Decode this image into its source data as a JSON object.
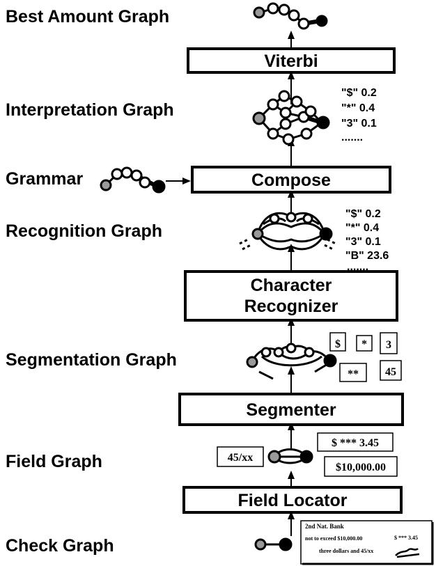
{
  "labels": {
    "best_amount_graph": "Best Amount Graph",
    "interpretation_graph": "Interpretation Graph",
    "grammar": "Grammar",
    "recognition_graph": "Recognition Graph",
    "segmentation_graph": "Segmentation Graph",
    "field_graph": "Field Graph",
    "check_graph": "Check Graph"
  },
  "modules": {
    "viterbi": "Viterbi",
    "compose": "Compose",
    "character_recognizer_line1": "Character",
    "character_recognizer_line2": "Recognizer",
    "segmenter": "Segmenter",
    "field_locator": "Field Locator"
  },
  "interpretation_scores": [
    "\"$\" 0.2",
    "\"*\" 0.4",
    "\"3\" 0.1",
    "......."
  ],
  "recognition_scores": [
    "\"$\" 0.2",
    "\"*\" 0.4",
    "\"3\" 0.1",
    "\"B\" 23.6",
    "......."
  ],
  "segment_boxes": [
    "$",
    "*",
    "3",
    "**",
    "45"
  ],
  "field_boxes": {
    "left": "45/xx",
    "amount_top": "$ *** 3.45",
    "amount_bottom": "$10,000.00"
  },
  "check": {
    "bank": "2nd Nat. Bank",
    "limit": "not to exceed $10,000.00",
    "amount": "$ *** 3.45",
    "words": "three dollars and 45/xx"
  },
  "colors": {
    "gray_node": "#999999",
    "black_node": "#000000",
    "white_node": "#ffffff"
  }
}
